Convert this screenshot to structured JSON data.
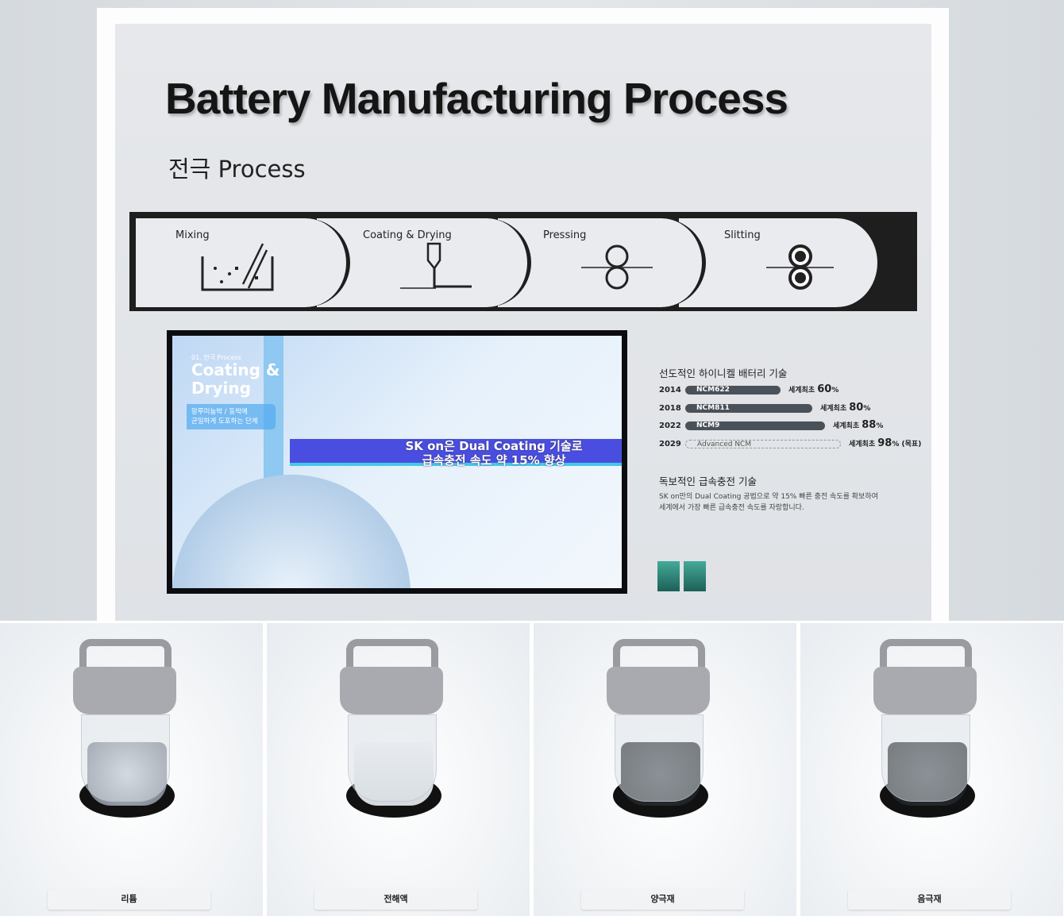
{
  "board": {
    "title": "Battery Manufacturing Process",
    "subtitle": "전극 Process"
  },
  "steps": [
    {
      "label": "Mixing",
      "icon": "mixing-tank-icon"
    },
    {
      "label": "Coating & Drying",
      "icon": "coating-nozzle-icon"
    },
    {
      "label": "Pressing",
      "icon": "pressing-rollers-icon"
    },
    {
      "label": "Slitting",
      "icon": "slitting-rollers-icon"
    }
  ],
  "screen": {
    "eyebrow": "01. 전극 Process",
    "heading1": "Coating &",
    "heading2": "Drying",
    "desc1": "알루미늄박 / 동박에",
    "desc2": "균일하게 도포하는 단계",
    "caption1": "SK on은 Dual Coating 기술로",
    "caption2": "급속충전 속도 약 15% 향상"
  },
  "info": {
    "heading1": "선도적인 하이니켈 배터리 기술",
    "rows": [
      {
        "year": "2014",
        "name": "NCM622",
        "prefix": "세계최초",
        "value": "60",
        "unit": "%",
        "suffix": "",
        "progress": 0.6
      },
      {
        "year": "2018",
        "name": "NCM811",
        "prefix": "세계최초",
        "value": "80",
        "unit": "%",
        "suffix": "",
        "progress": 0.8
      },
      {
        "year": "2022",
        "name": "NCM9",
        "prefix": "세계최초",
        "value": "88",
        "unit": "%",
        "suffix": "",
        "progress": 0.88
      },
      {
        "year": "2029",
        "name": "Advanced NCM",
        "prefix": "세계최초",
        "value": "98",
        "unit": "%",
        "suffix": "(목표)",
        "progress": 0.98
      }
    ],
    "heading2": "독보적인 급속충전 기술",
    "body1": "SK on만의 Dual Coating 공법으로 약 15% 빠른 충전 속도를 확보하여",
    "body2": "세계에서 가장 빠른 급속충전 속도를 자랑합니다."
  },
  "jars": [
    {
      "label": "리튬"
    },
    {
      "label": "전해액"
    },
    {
      "label": "양극재"
    },
    {
      "label": "음극재"
    }
  ]
}
